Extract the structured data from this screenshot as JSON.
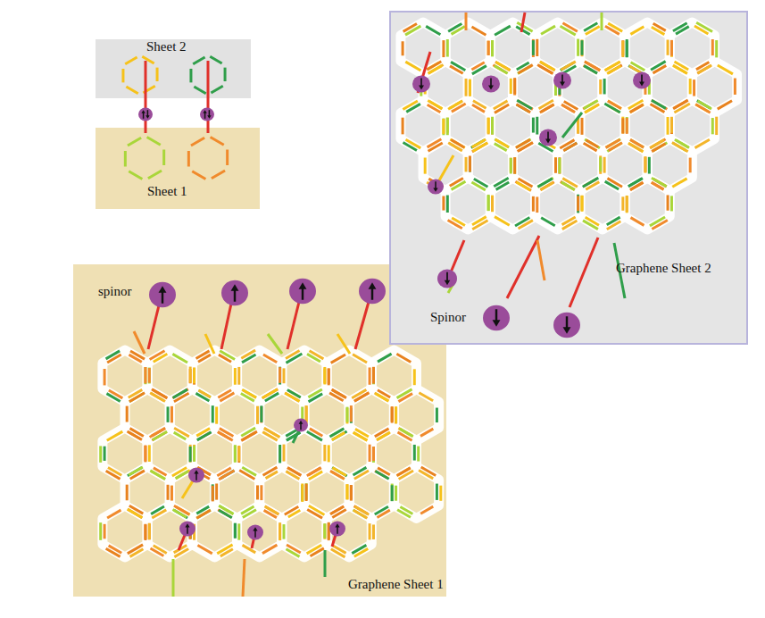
{
  "diagram": {
    "nodes": [
      {
        "text": [
          "Sheet 2"
        ]
      },
      {
        "text": [
          "Sheet 1"
        ]
      },
      {
        "text": [
          "Graphene Sheet 2",
          "Spinor"
        ]
      },
      {
        "text": [
          "spinor",
          "Graphene Sheet 1"
        ]
      }
    ]
  }
}
